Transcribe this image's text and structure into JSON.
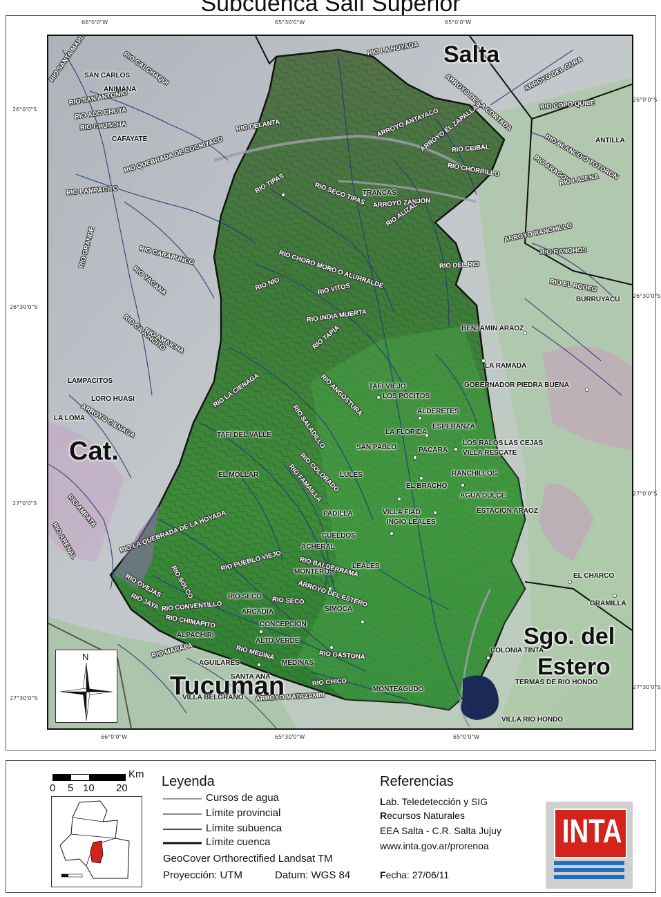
{
  "title": "Subcuenca Salí Superior",
  "coords": {
    "top": [
      "66°0'0\"W",
      "65°30'0\"W",
      "65°0'0\"W"
    ],
    "bottom": [
      "66°0'0\"W",
      "65°30'0\"W",
      "65°0'0\"W"
    ],
    "left": [
      "26°0'0\"S",
      "26°30'0\"S",
      "27°0'0\"S",
      "27°30'0\"S"
    ],
    "right": [
      "26°0'0\"S",
      "26°30'0\"S",
      "27°0'0\"S",
      "27°30'0\"S"
    ]
  },
  "provinces": {
    "salta": "Salta",
    "cat": "Cat.",
    "tucuman": "Tucumán",
    "sgo1": "Sgo. del",
    "sgo2": "Estero"
  },
  "places": {
    "san_carlos": "SAN CARLOS",
    "animana": "ANIMANA",
    "cafayate": "CAFAYATE",
    "antilla": "ANTILLA",
    "trancas": "TRANCAS",
    "burruyacu": "BURRUYACU",
    "benjamin": "BENJAMIN ARAOZ",
    "la_ramada": "LA RAMADA",
    "gobernador": "GOBERNADOR PIEDRA BUENA",
    "lampacitos": "LAMPACITOS",
    "loro_huasi": "LORO HUASI",
    "la_loma": "LA LOMA",
    "tafi_viejo": "TAFÍ VIEJO",
    "los_pocitos": "LOS POCITOS",
    "alderetes": "ALDERETES",
    "esperanza": "ESPERANZA",
    "la_florida": "LA FLORIDA",
    "san_pablo": "SAN PABLO",
    "tafi_valle": "TAFÍ DEL VALLE",
    "los_ralos": "LOS RALOS",
    "las_cejas": "LAS CEJAS",
    "pacara": "PACARA",
    "villa_rescate": "VILLA RESCATE",
    "ranchillos": "RANCHILLOS",
    "lules": "LULES",
    "el_mollar": "EL MOLLAR",
    "el_bracho": "EL BRACHO",
    "agua_dulce": "AGUA DULCE",
    "estacion_araoz": "ESTACION ARAOZ",
    "padilla": "PADILLA",
    "villa_fiad": "VILLA FIAD",
    "ingio_leales": "INGIO LEALES",
    "cuelpos": "CUELDOS",
    "acheral": "ACHERAL",
    "monteros": "MONTEROS",
    "leales": "LEALES",
    "el_charco": "EL CHARCO",
    "gramilla": "GRAMILLA",
    "rio_seco": "RIO SECO",
    "arcadia": "ARCADIA",
    "simoca": "SIMOCA",
    "concepcion": "CONCEPCION",
    "alpachiri": "ALPACHIRI",
    "alto_verde": "ALTO VERDE",
    "colonia_tinta": "COLONIA TINTA",
    "aguilares": "AGUILARES",
    "medinas": "MEDINAS",
    "santa_ana": "SANTA ANA",
    "termas": "TERMAS DE RIO HONDO",
    "monteagudo": "MONTEAGUDO",
    "villa_belgrano": "VILLA BELGRANO",
    "villa_rio_hondo": "VILLA RIO HONDO"
  },
  "rivers": [
    "RIO SANTA MARIA",
    "RIO CALCHAQUI",
    "RIO SAN ANTONIO",
    "RIO ACO CHUYA",
    "RIO CHUSCHA",
    "RIO LA HOYADA",
    "ARROYO DEL GURA",
    "ARROYO DE LA CORTADA",
    "RIO COPO QUILE",
    "RIO DELANTA",
    "ARROYO ANTAYACO",
    "ARROYO EL ZAPALLAR",
    "RIO CEIBAL",
    "RIO CHORRILLO",
    "RIO BLANCO O TOTORON",
    "RIO ARAGON",
    "RIO LAJENA",
    "RIO TIPAS",
    "RIO SECO TIPAS",
    "ARROYO ZANJON",
    "RIO ALIZAL",
    "ARROYO RANCHILLO",
    "RIO RANCHOS",
    "RIO DEL RIO",
    "RIO EL RODEO",
    "RIO CHORO MORO O ALURRALDE",
    "RIO VITOS",
    "RIO INDIA MUERTA",
    "RIO TAPIA",
    "RIO NIO",
    "RIO LA CIENAGA",
    "RIO ANGOSTURA",
    "RIO SALADILLO",
    "RIO COLORADO",
    "RIO FAMAILLA",
    "RIO PUEBLO VIEJO",
    "RIO BALDERRAMA",
    "ARROYO DEL ESTERO",
    "RIO SECO",
    "RIO GASTONA",
    "RIO MEDINA",
    "RIO CHICO",
    "ARROYO MATAZAMBI",
    "RIO MARAPA",
    "RIO JAYA",
    "RIO CHIMAPITO",
    "RIO CONVENTILLO",
    "RIO SOLCO",
    "RIO LA QUEBRADA DE LA HOYADA",
    "RIO OVEJAS",
    "RIO AMPATA",
    "RIO ARENAL",
    "RIO CAJONCITO",
    "RIO YACANA",
    "ARROYO CIENAGA",
    "RIO AMAICHA",
    "RIO QUEBRADA DE COCHIYACO",
    "RIO LAMPACITO",
    "RIO CARAPUNCO",
    "RIO GRANDE"
  ],
  "north_label": "N",
  "scale": {
    "unit": "Km",
    "ticks": [
      "0",
      "5",
      "10",
      "20"
    ]
  },
  "legend": {
    "title": "Leyenda",
    "items": [
      "Cursos de agua",
      "Límite provincial",
      "Límite subuenca",
      "Límite cuenca"
    ],
    "source": "GeoCover Orthorectified Landsat TM",
    "projection": "Proyección: UTM",
    "datum": "Datum: WGS 84"
  },
  "references": {
    "title": "Referencias",
    "line1": "ab. Teledetección y SIG",
    "line1_initial": "L",
    "line2": "ecursos Naturales",
    "line2_initial": "R",
    "line3": "EEA Salta - C.R. Salta Jujuy",
    "line4": "www.inta.gov.ar/prorenoa",
    "date_label": "echa: 27/06/11",
    "date_initial": "F"
  },
  "logo_text": "INTA",
  "colors": {
    "basin_green": "#3d8a3a",
    "terrain_gray": "#b9bec4",
    "pink": "#c89bb9",
    "river": "#25357a",
    "logo_red": "#d2231c",
    "logo_blue": "#1f6fc5"
  }
}
